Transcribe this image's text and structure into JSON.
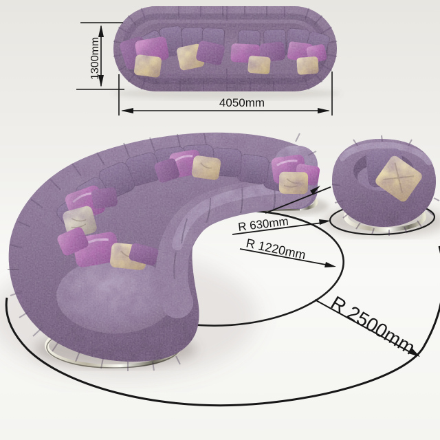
{
  "annotations": {
    "top_view": {
      "height_label": "1300mm",
      "width_label": "4050mm"
    },
    "radius_labels": {
      "chair_base": "R 630mm",
      "inner_circle": "R 1220mm",
      "outer_circle": "R 2500mm"
    }
  },
  "scene": {
    "views": [
      "sofa-top-view",
      "sofa-perspective-view",
      "armchair-perspective-view"
    ],
    "floor_marking_circles": [
      "R 630mm",
      "R 1220mm",
      "R 2500mm"
    ]
  },
  "colors": {
    "line": "#161616",
    "background_top": "#e8e6e1",
    "background_bottom": "#fafaf8",
    "velvet": "#8a7596",
    "velvet_dark": "#5f4b6b",
    "velvet_light": "#b2a2bd",
    "satin_violet": "#b36cb2",
    "satin_cream": "#e3d5a8",
    "metal": "#d9d3bb"
  }
}
